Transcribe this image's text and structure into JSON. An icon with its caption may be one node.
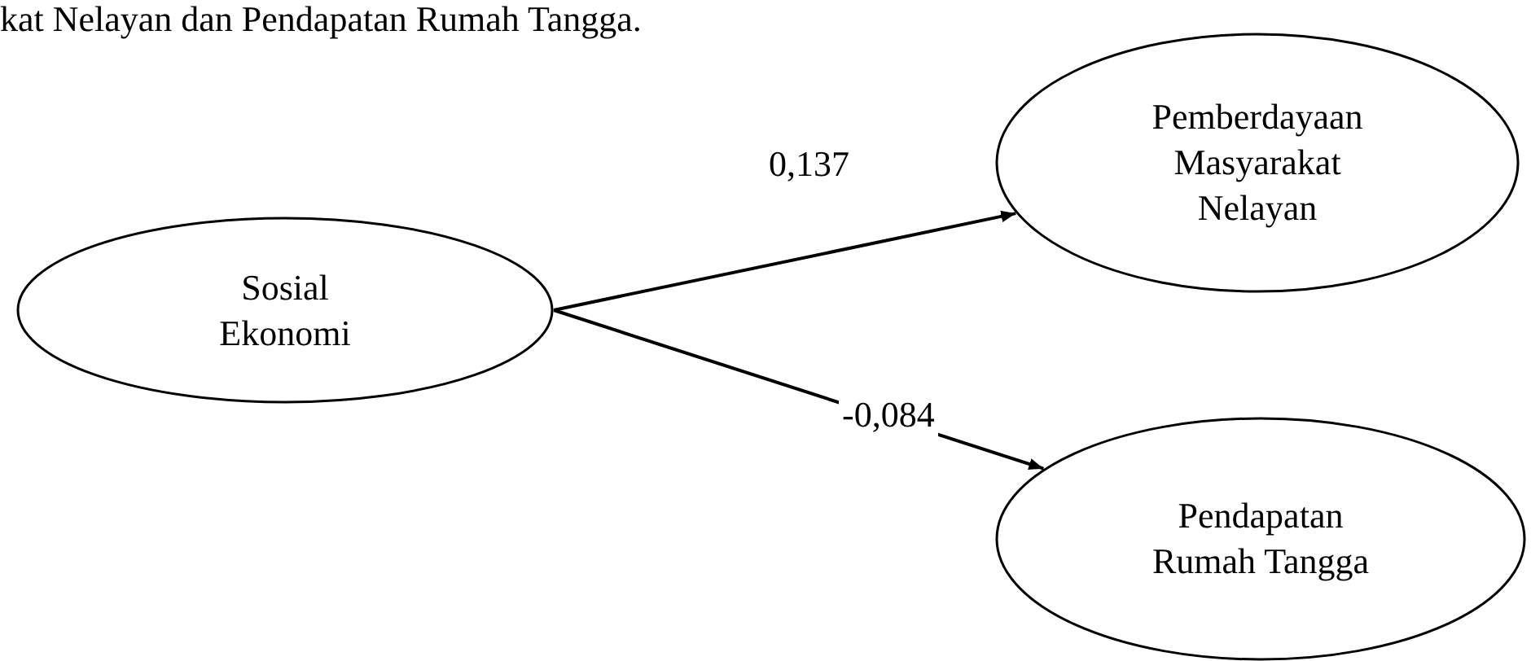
{
  "diagram": {
    "nodes": [
      {
        "text": [
          "Sosial Ekonomi"
        ]
      },
      {
        "text": [
          "Pemberdayaan Masyarakat Nelayan"
        ]
      },
      {
        "text": [
          "Pendapatan Rumah Tangga"
        ]
      }
    ],
    "edges": [
      {
        "from": 0,
        "to": 1,
        "arrow": "to",
        "label": "0,137"
      },
      {
        "from": 0,
        "to": 2,
        "arrow": "to",
        "label": "-0,084"
      }
    ],
    "labels": [
      "kat Nelayan dan Pendapatan Rumah Tangga."
    ]
  }
}
